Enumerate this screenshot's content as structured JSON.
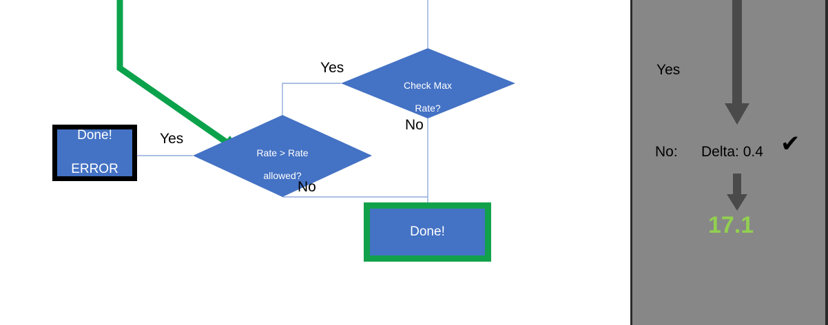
{
  "slide": {
    "background_color": "#ffffff",
    "panel_color": "#878787"
  },
  "flowchart": {
    "accent_blue": "#4472c4",
    "highlight_green": "#12a14b",
    "connector_color": "#8faadc",
    "nodes": [
      {
        "id": "check-max-rate",
        "shape": "diamond",
        "label": "Check Max\nRate?",
        "line1": "Check Max",
        "line2": "Rate?"
      },
      {
        "id": "rate-gt-rate-allowed",
        "shape": "diamond",
        "label": "Rate > Rate\nallowed?",
        "line1": "Rate > Rate",
        "line2": "allowed?"
      },
      {
        "id": "done-error",
        "shape": "process",
        "label": "Done!\nERROR",
        "line1": "Done!",
        "line2": "ERROR",
        "outline": "#000000"
      },
      {
        "id": "done",
        "shape": "process",
        "label": "Done!",
        "outline": "#12a14b"
      }
    ],
    "edge_labels": {
      "yes_to_rate_check": "Yes",
      "yes_to_error": "Yes",
      "no_from_max_rate": "No",
      "no_to_done": "No"
    }
  },
  "side_panel": {
    "yes_label": "Yes",
    "no_label": "No:",
    "delta_label": "Delta: 0.4",
    "check_mark": "✔",
    "result_value": "17.1",
    "result_color": "#92d050",
    "arrow_color": "#4a4a4a"
  }
}
